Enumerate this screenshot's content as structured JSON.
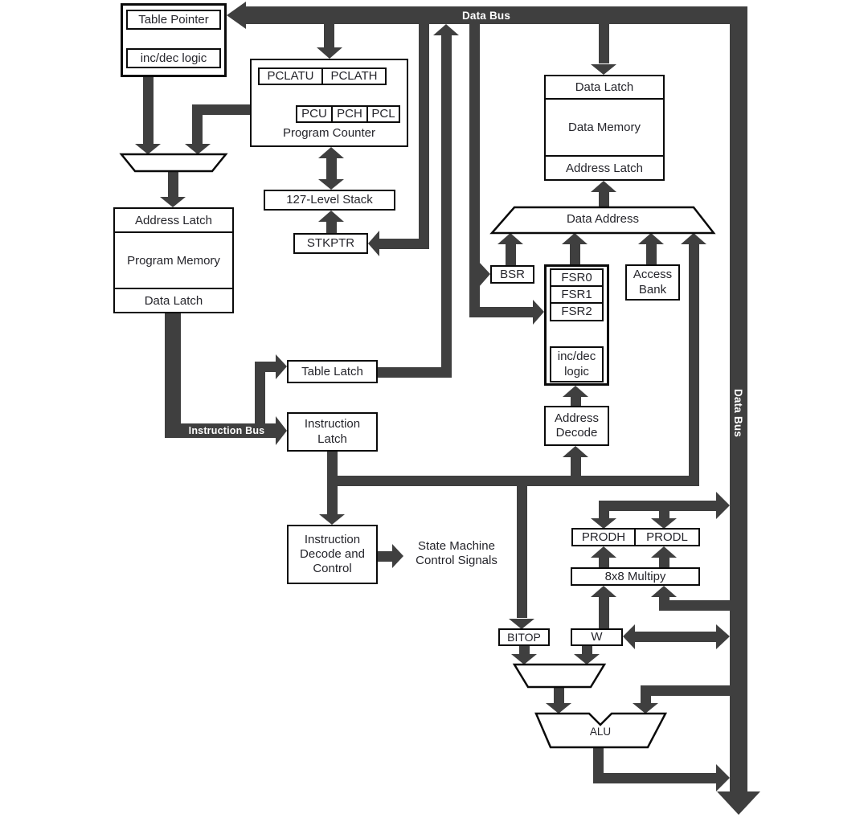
{
  "labels": {
    "data_bus": "Data Bus",
    "instruction_bus": "Instruction Bus",
    "table_pointer": "Table Pointer",
    "table_incdec": "inc/dec logic",
    "pclatu": "PCLATU",
    "pclath": "PCLATH",
    "pcu": "PCU",
    "pch": "PCH",
    "pcl": "PCL",
    "program_counter": "Program Counter",
    "stack": "127-Level Stack",
    "stkptr": "STKPTR",
    "address_latch": "Address Latch",
    "data_latch": "Data Latch",
    "program_memory": "Program Memory",
    "data_memory": "Data Memory",
    "data_address": "Data Address",
    "bsr": "BSR",
    "fsr0": "FSR0",
    "fsr1": "FSR1",
    "fsr2": "FSR2",
    "fsr_incdec": "inc/dec\nlogic",
    "access_bank": "Access\nBank",
    "address_decode": "Address\nDecode",
    "table_latch": "Table Latch",
    "instruction_latch": "Instruction\nLatch",
    "instruction_decode": "Instruction\nDecode and\nControl",
    "state_machine": "State Machine\nControl Signals",
    "prodh": "PRODH",
    "prodl": "PRODL",
    "multiply": "8x8 Multipy",
    "bitop": "BITOP",
    "w": "W",
    "alu": "ALU"
  },
  "colors": {
    "wire": "#3f3f3f",
    "border": "#0a0a0a",
    "background": "#ffffff",
    "text": "#25252b",
    "bus_text": "#ffffff"
  }
}
